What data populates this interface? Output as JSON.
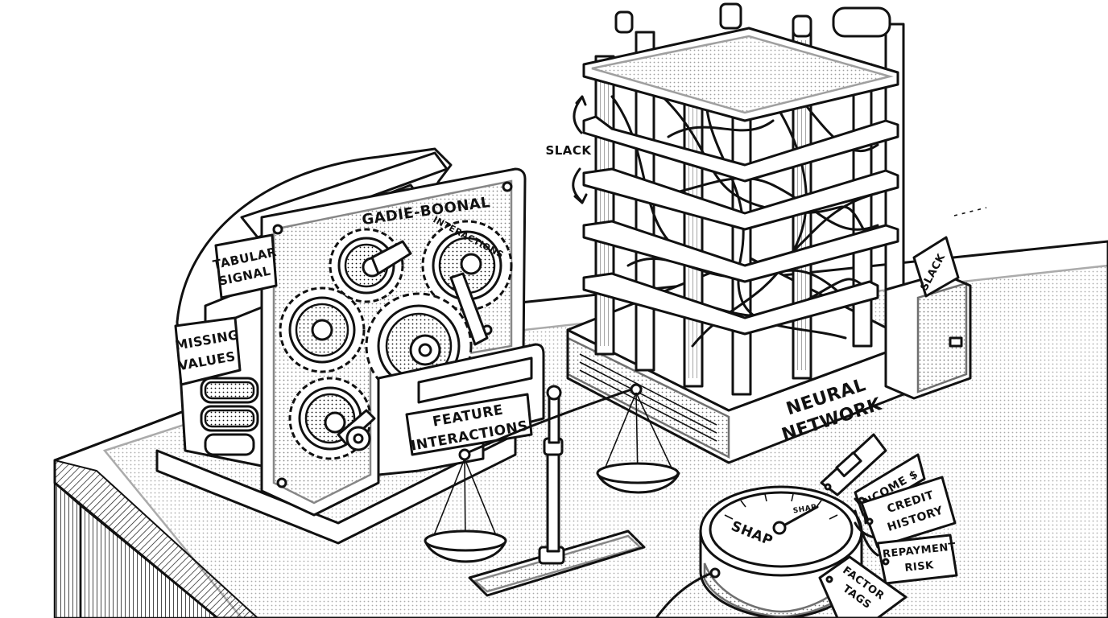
{
  "labels": {
    "gbm_title": "GADIE-BOONAL",
    "tabular_line1": "TABULAR",
    "tabular_line2": "SIGNAL",
    "missing_line1": "MISSING",
    "missing_line2": "VALUES",
    "interactions_gear": "INTERACTIONS",
    "feature_line1": "FEATURE",
    "feature_line2": "INTERACTIONS",
    "slack_left": "SLACK",
    "slack_tag": "SLACK",
    "nn_line1": "NEURAL",
    "nn_line2": "NETWORK",
    "shap_dial": "SHAP",
    "shap_dial_small": "SHAP",
    "tag_income": "INCOME $",
    "tag_credit_line1": "CREDIT",
    "tag_credit_line2": "HISTORY",
    "tag_repay_line1": "REPAYMENT",
    "tag_repay_line2": "RISK",
    "tag_factor_line1": "FACTOR",
    "tag_factor_line2": "TAGS"
  },
  "colors": {
    "ink": "#111111",
    "paper": "#ffffff"
  },
  "icons": [
    "gear-icon",
    "balance-scale-icon",
    "dial-gauge-icon",
    "tag-icon",
    "curved-arrow-icon"
  ]
}
